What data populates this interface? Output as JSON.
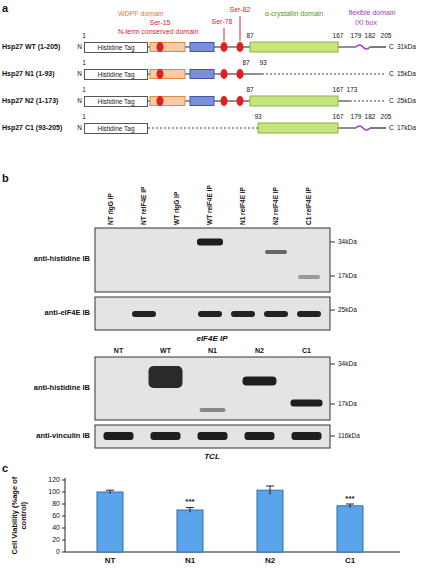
{
  "diagram": {
    "nodes": [
      {
        "text": [
          "Histidine Tag"
        ]
      },
      {
        "text": [
          "Histidine Tag"
        ]
      },
      {
        "text": [
          "Histidine Tag"
        ]
      },
      {
        "text": [
          "Histidine Tag"
        ]
      }
    ],
    "labels": [
      "a",
      "WDPF domain",
      "Ser-15",
      "N-term conserved domain",
      "Ser-78",
      "Ser-82",
      "α-crystallin domain",
      "flexible domain",
      "IXI box",
      "Hsp27 WT (1-205)",
      "1",
      "N",
      "87",
      "167",
      "179",
      "182",
      "205",
      "C",
      "31kDa",
      "Hsp27 N1 (1-93)",
      "1",
      "N",
      "87",
      "93",
      "C",
      "15kDa",
      "Hsp27 N2 (1-173)",
      "1",
      "N",
      "87",
      "167",
      "173",
      "C",
      "25kDa",
      "Hsp27 C1 (93-205)",
      "1",
      "N",
      "93",
      "167",
      "179",
      "182",
      "205",
      "C",
      "17kDa",
      "b",
      "NT rIgG IP",
      "NT reIF4E IP",
      "WT rIgG IP",
      "WT reIF4E IP",
      "N1 reIF4E IP",
      "N2 reIF4E IP",
      "C1 reIF4E IP",
      "34kDa",
      "17kDa",
      "anti-histidine IB",
      "anti-eIF4E IB",
      "25kDa",
      "eIF4E IP",
      "NT",
      "WT",
      "N1",
      "N2",
      "C1",
      "anti-histidine IB",
      "34kDa",
      "17kDa",
      "anti-vinculin IB",
      "116kDa",
      "TCL",
      "c",
      "Cell Viability (%age of control)",
      "0",
      "20",
      "40",
      "60",
      "80",
      "100",
      "120",
      "NT",
      "N1",
      "N2",
      "C1",
      "***",
      "***"
    ]
  }
}
